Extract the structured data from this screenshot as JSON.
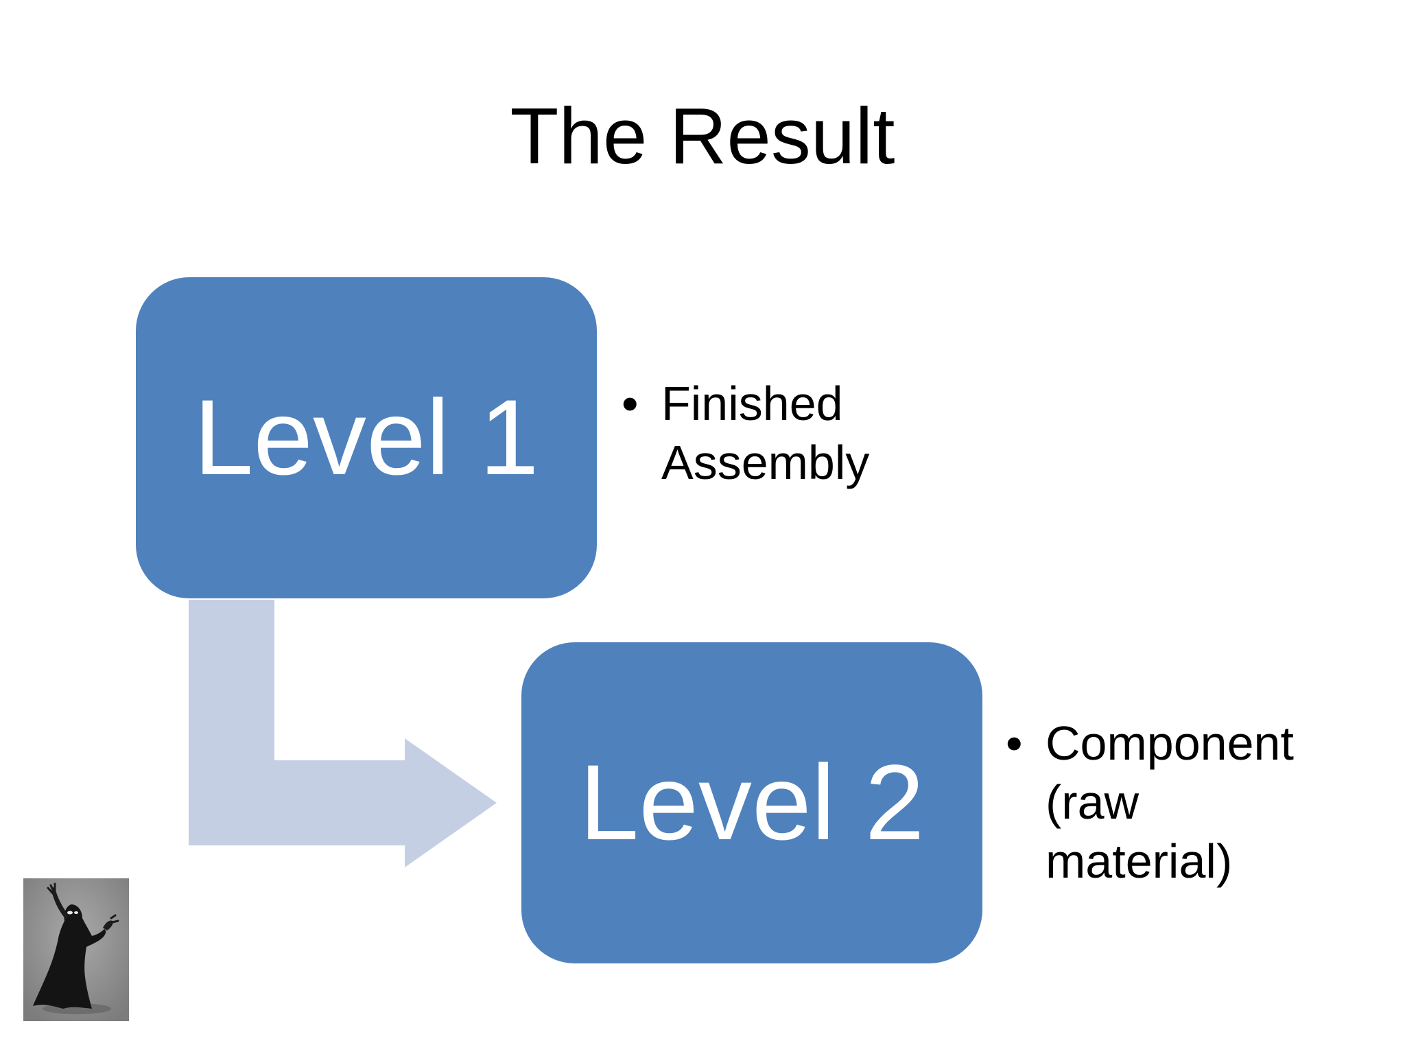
{
  "slide": {
    "title": "The Result",
    "level1": {
      "label": "Level 1",
      "bullet": "Finished Assembly"
    },
    "level2": {
      "label": "Level 2",
      "bullet": "Component (raw material)"
    },
    "bullet_glyph": "•",
    "thumbnail": "ghost-figure-icon"
  },
  "colors": {
    "box_fill": "#4f81bd",
    "box_text": "#ffffff",
    "connector": "#c5cfe3",
    "background": "#ffffff"
  }
}
